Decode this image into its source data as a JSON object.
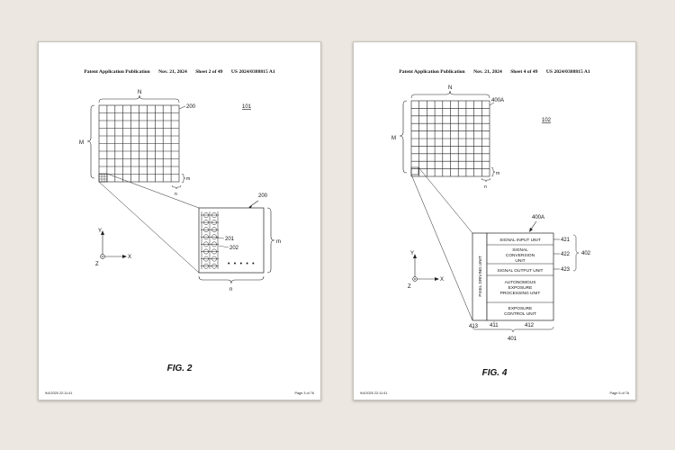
{
  "pages": [
    {
      "header": {
        "pub": "Patent Application Publication",
        "date": "Nov. 21, 2024",
        "sheet": "Sheet 2 of 49",
        "number": "US 2024/0388815 A1"
      },
      "figure": {
        "caption": "FIG. 2",
        "ref_main": "101",
        "ref_array": "200",
        "ref_zoom": "200",
        "ref_pixel": "201",
        "ref_circuit": "202",
        "label_N": "N",
        "label_M": "M",
        "label_m": "m",
        "label_n": "n",
        "label_m2": "m",
        "label_n2": "n",
        "axis_y": "Y",
        "axis_x": "X",
        "axis_z": "Z"
      },
      "footer": {
        "left": "9/4/2025 22:11:41",
        "right": "Page 3 of 76"
      }
    },
    {
      "header": {
        "pub": "Patent Application Publication",
        "date": "Nov. 21, 2024",
        "sheet": "Sheet 4 of 49",
        "number": "US 2024/0388815 A1"
      },
      "figure": {
        "caption": "FIG. 4",
        "ref_main": "102",
        "ref_array": "400A",
        "ref_zoom": "400A",
        "label_N": "N",
        "label_M": "M",
        "label_m": "m",
        "label_n": "n",
        "axis_y": "Y",
        "axis_x": "X",
        "axis_z": "Z",
        "pixel_driving_unit": "PIXEL DRIVING UNIT",
        "units": [
          {
            "l1": "SIGNAL INPUT UNIT",
            "l2": "",
            "l3": "",
            "ref": "421"
          },
          {
            "l1": "SIGNAL",
            "l2": "CONVERSION",
            "l3": "UNIT",
            "ref": "422"
          },
          {
            "l1": "SIGNAL OUTPUT UNIT",
            "l2": "",
            "l3": "",
            "ref": "423"
          },
          {
            "l1": "AUTONOMOUS",
            "l2": "EXPOSURE",
            "l3": "PROCESSING UNIT",
            "ref": ""
          },
          {
            "l1": "EXPOSURE",
            "l2": "CONTROL UNIT",
            "l3": "",
            "ref": ""
          }
        ],
        "ref_group": "402",
        "ref_413": "413",
        "ref_411": "411",
        "ref_412": "412",
        "ref_401": "401"
      },
      "footer": {
        "left": "9/4/2025 22:11:41",
        "right": "Page 5 of 76"
      }
    }
  ]
}
